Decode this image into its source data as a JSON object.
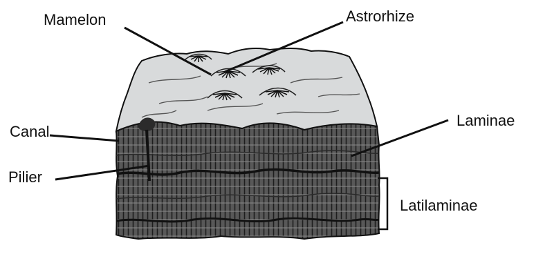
{
  "labels": {
    "mamelon": "Mamelon",
    "astrorhize": "Astrorhize",
    "canal": "Canal",
    "pilier": "Pilier",
    "laminae": "Laminae",
    "latilaminae": "Latilaminae"
  },
  "colors": {
    "top_surface": "#d8dadb",
    "block_body": "#5a5a5a",
    "ink": "#111111"
  }
}
